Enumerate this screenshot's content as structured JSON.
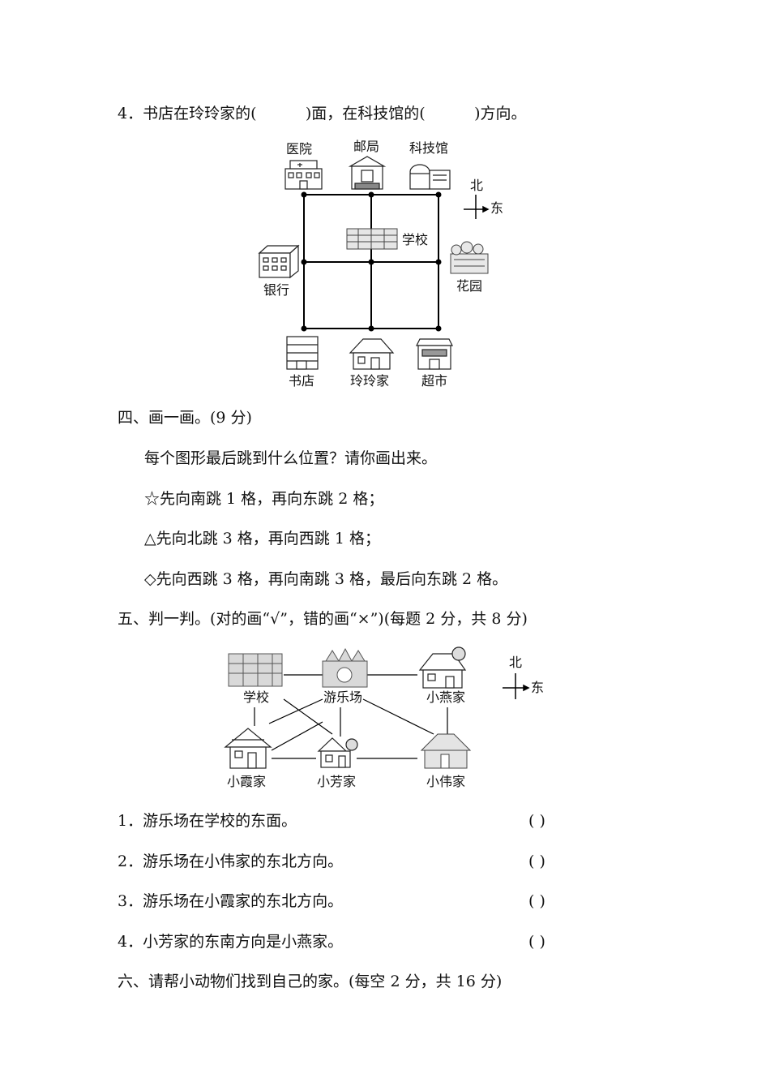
{
  "q4_line": "4．书店在玲玲家的(          )面，在科技馆的(          )方向。",
  "map1": {
    "labels": {
      "hospital": "医院",
      "post_office": "邮局",
      "science_museum": "科技馆",
      "school": "学校",
      "bank": "银行",
      "garden": "花园",
      "bookstore": "书店",
      "linglings_home": "玲玲家",
      "supermarket": "超市"
    },
    "compass": {
      "north": "北",
      "east": "东"
    }
  },
  "section4": {
    "heading": "四、画一画。(9 分)",
    "intro": "每个图形最后跳到什么位置？请你画出来。",
    "star_line": "☆先向南跳 1 格，再向东跳 2 格；",
    "triangle_line": "△先向北跳 3 格，再向西跳 1 格；",
    "diamond_line": "◇先向西跳 3 格，再向南跳 3 格，最后向东跳 2 格。"
  },
  "section5": {
    "heading": "五、判一判。(对的画“√”，错的画“×”)(每题 2 分，共 8 分)",
    "map_labels": {
      "school": "学校",
      "park": "游乐场",
      "xiaoyan": "小燕家",
      "xiaoxia": "小霞家",
      "xiaofang": "小芳家",
      "xiaowei": "小伟家"
    },
    "compass": {
      "north": "北",
      "east": "东"
    },
    "items": [
      "1．游乐场在学校的东面。",
      "2．游乐场在小伟家的东北方向。",
      "3．游乐场在小霞家的东北方向。",
      "4．小芳家的东南方向是小燕家。"
    ],
    "paren": "(        )"
  },
  "section6": {
    "heading": "六、请帮小动物们找到自己的家。(每空 2 分，共 16 分)"
  }
}
